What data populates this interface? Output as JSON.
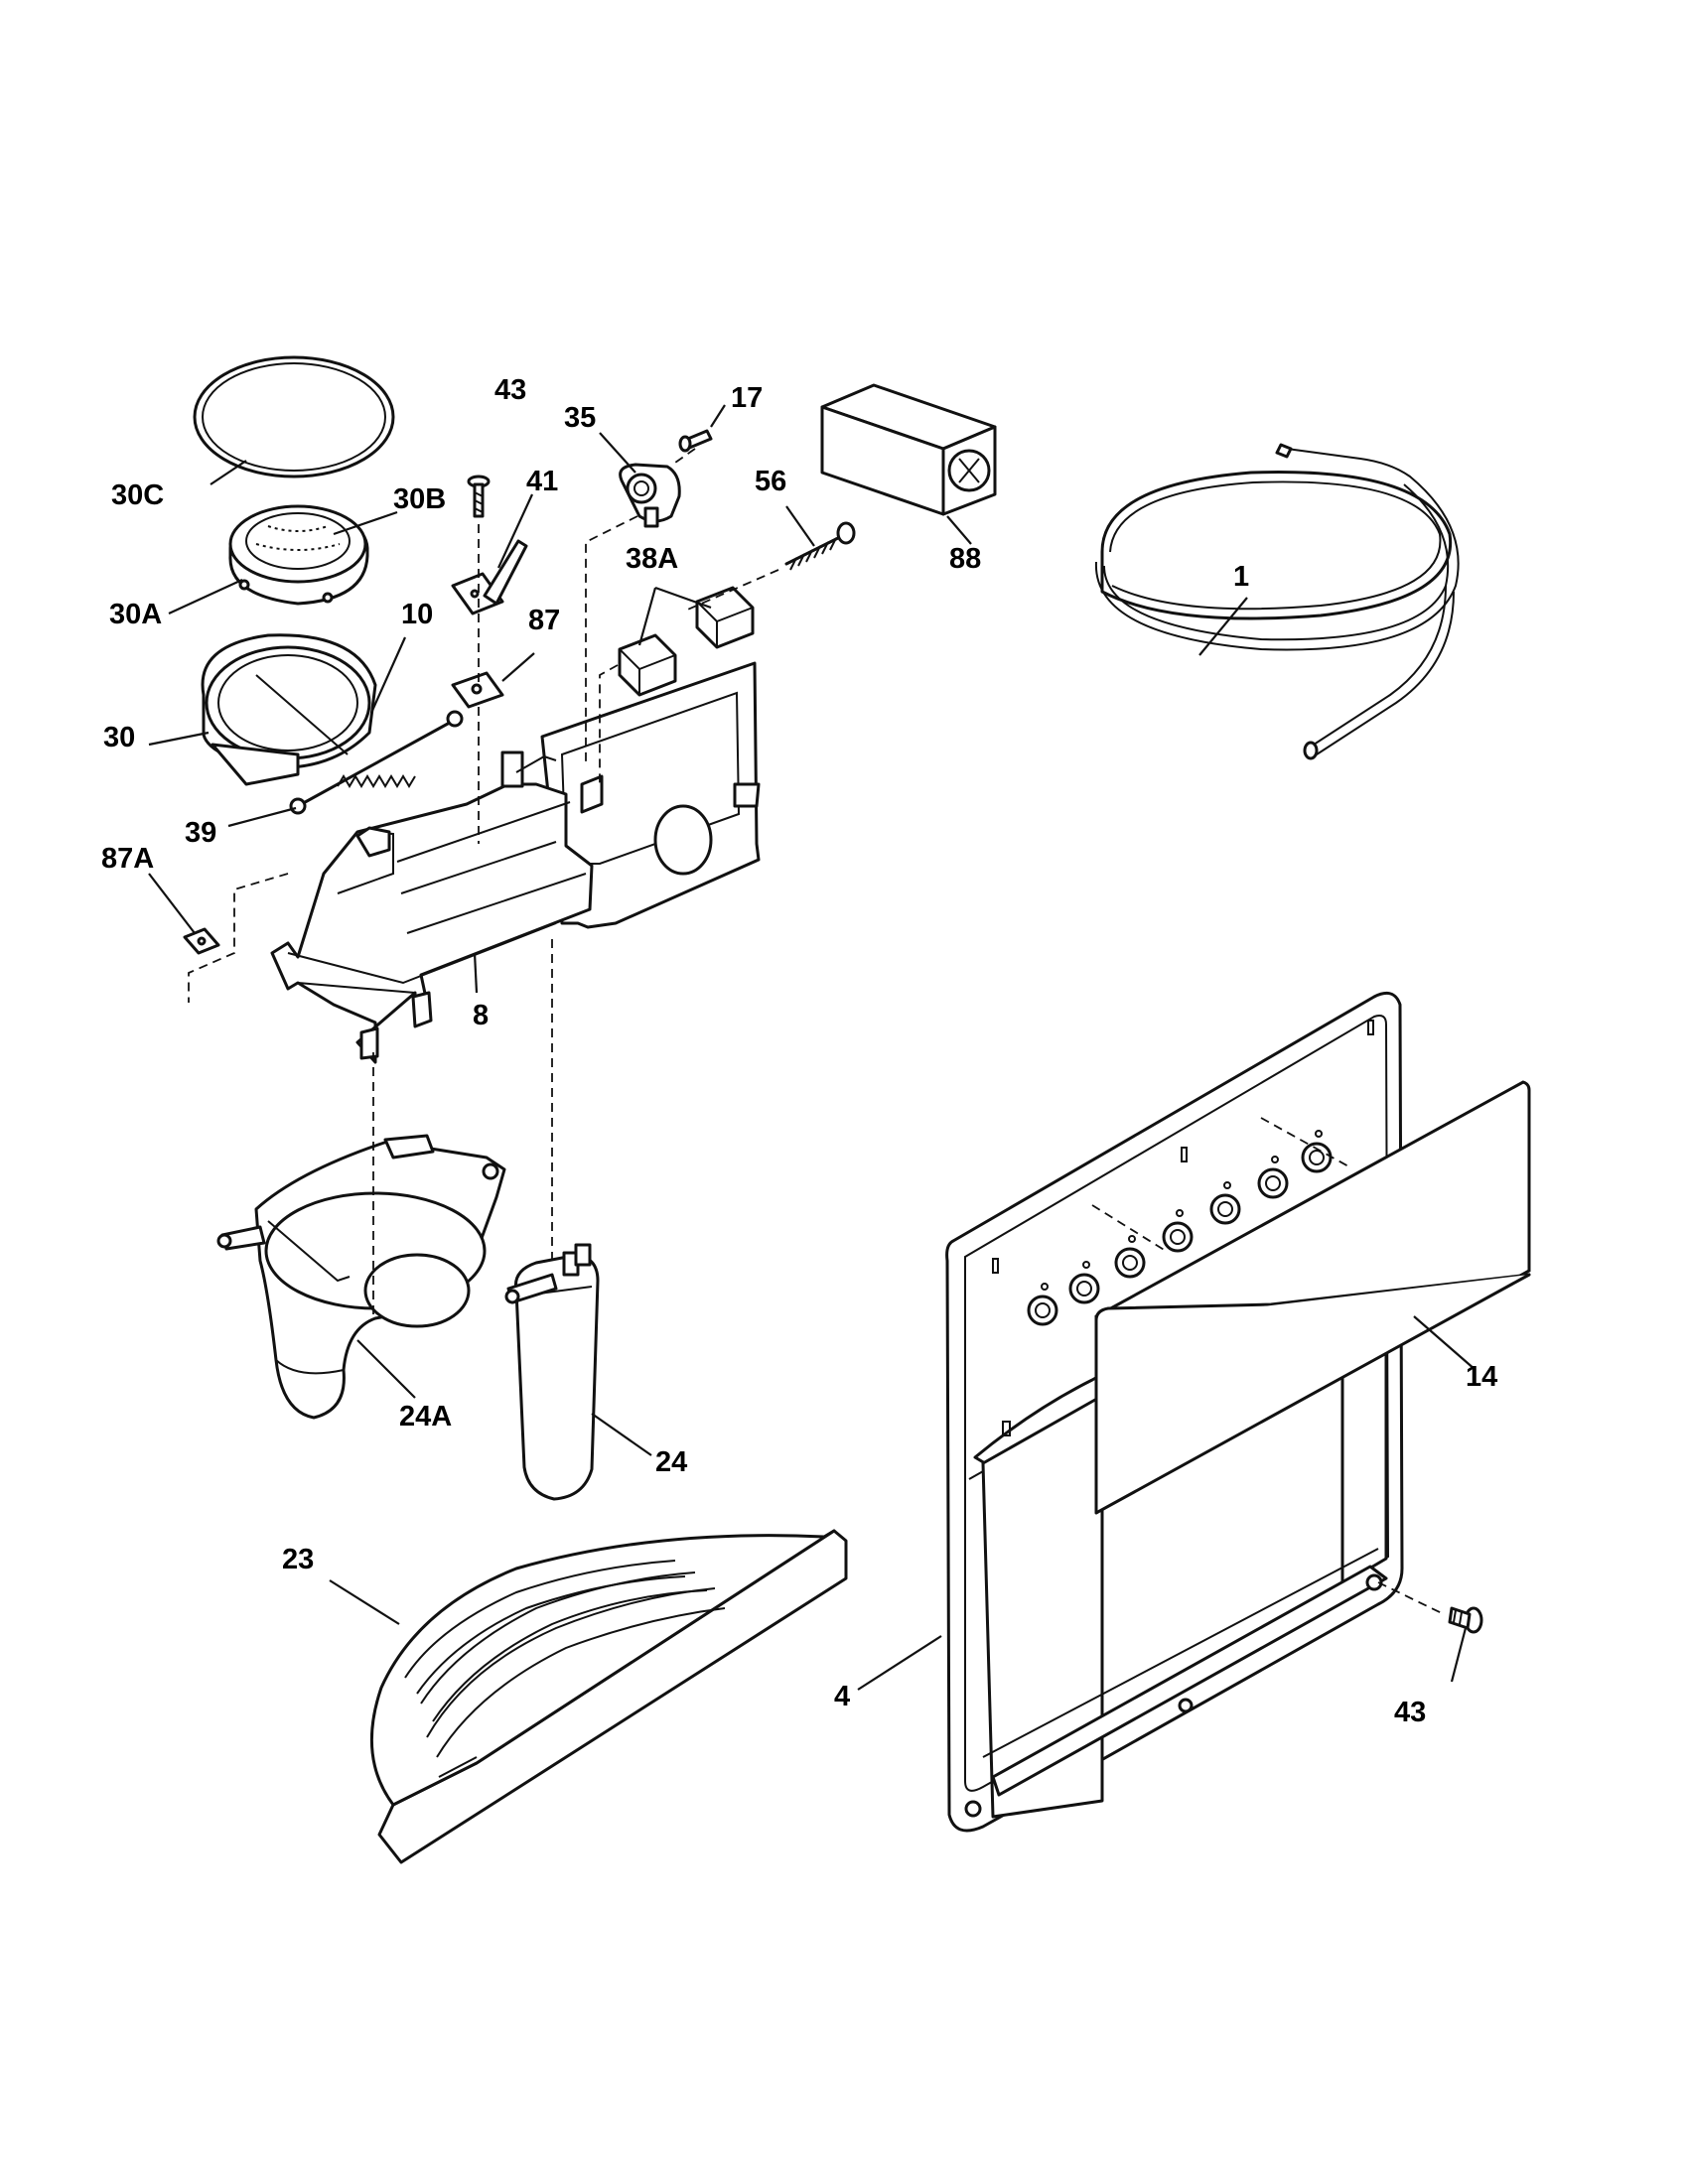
{
  "diagram": {
    "callouts": {
      "c43a": "43",
      "c35": "35",
      "c17": "17",
      "c41": "41",
      "c56": "56",
      "c30c": "30C",
      "c30b": "30B",
      "c88": "88",
      "c30a": "30A",
      "c38a": "38A",
      "c10": "10",
      "c87": "87",
      "c1": "1",
      "c30": "30",
      "c39": "39",
      "c87a": "87A",
      "c8": "8",
      "c24a": "24A",
      "c24": "24",
      "c14": "14",
      "c23": "23",
      "c4": "4",
      "c43b": "43"
    }
  }
}
